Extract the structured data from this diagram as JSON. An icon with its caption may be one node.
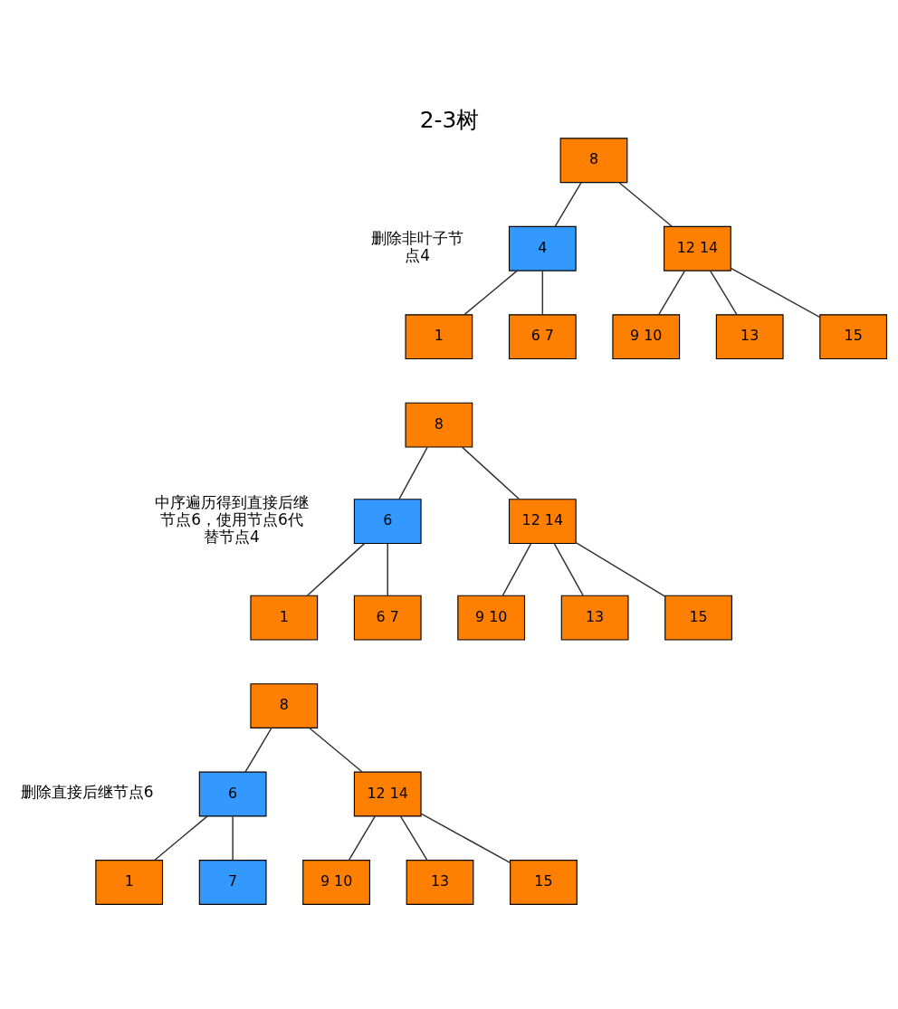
{
  "diagram": {
    "title": "2-3树",
    "nodes": [
      {
        "text": [
          "8"
        ]
      },
      {
        "text": [
          "4"
        ]
      },
      {
        "text": [
          "12 14"
        ]
      },
      {
        "text": [
          "1"
        ]
      },
      {
        "text": [
          "6 7"
        ]
      },
      {
        "text": [
          "9 10"
        ]
      },
      {
        "text": [
          "13"
        ]
      },
      {
        "text": [
          "15"
        ]
      },
      {
        "text": [
          "8"
        ]
      },
      {
        "text": [
          "6"
        ]
      },
      {
        "text": [
          "12 14"
        ]
      },
      {
        "text": [
          "1"
        ]
      },
      {
        "text": [
          "6 7"
        ]
      },
      {
        "text": [
          "9 10"
        ]
      },
      {
        "text": [
          "13"
        ]
      },
      {
        "text": [
          "15"
        ]
      },
      {
        "text": [
          "8"
        ]
      },
      {
        "text": [
          "6"
        ]
      },
      {
        "text": [
          "12 14"
        ]
      },
      {
        "text": [
          "1"
        ]
      },
      {
        "text": [
          "7"
        ]
      },
      {
        "text": [
          "9 10"
        ]
      },
      {
        "text": [
          "13"
        ]
      },
      {
        "text": [
          "15"
        ]
      }
    ],
    "edges": [
      {
        "from": 0,
        "to": 1,
        "arrow": "none"
      },
      {
        "from": 0,
        "to": 2,
        "arrow": "none"
      },
      {
        "from": 1,
        "to": 3,
        "arrow": "none"
      },
      {
        "from": 1,
        "to": 4,
        "arrow": "none"
      },
      {
        "from": 2,
        "to": 5,
        "arrow": "none"
      },
      {
        "from": 2,
        "to": 6,
        "arrow": "none"
      },
      {
        "from": 2,
        "to": 7,
        "arrow": "none"
      },
      {
        "from": 8,
        "to": 9,
        "arrow": "none"
      },
      {
        "from": 8,
        "to": 10,
        "arrow": "none"
      },
      {
        "from": 9,
        "to": 11,
        "arrow": "none"
      },
      {
        "from": 9,
        "to": 12,
        "arrow": "none"
      },
      {
        "from": 10,
        "to": 13,
        "arrow": "none"
      },
      {
        "from": 10,
        "to": 14,
        "arrow": "none"
      },
      {
        "from": 10,
        "to": 15,
        "arrow": "none"
      },
      {
        "from": 16,
        "to": 17,
        "arrow": "none"
      },
      {
        "from": 16,
        "to": 18,
        "arrow": "none"
      },
      {
        "from": 17,
        "to": 19,
        "arrow": "none"
      },
      {
        "from": 17,
        "to": 20,
        "arrow": "none"
      },
      {
        "from": 18,
        "to": 21,
        "arrow": "none"
      },
      {
        "from": 18,
        "to": 22,
        "arrow": "none"
      },
      {
        "from": 18,
        "to": 23,
        "arrow": "none"
      }
    ],
    "labels": [
      "删除非叶子节点4",
      "中序遍历得到直接后继节点6，使用节点6代替节点4",
      "删除直接后继节点6"
    ]
  }
}
